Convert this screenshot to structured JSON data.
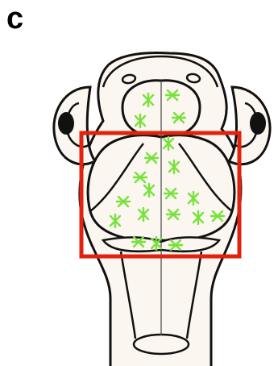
{
  "panel": {
    "label": "c"
  },
  "colors": {
    "outline": "#111111",
    "fill": "#fbf6ef",
    "cells": "#77e23c",
    "box": "#e2220f",
    "eye": "#111111"
  },
  "diagram": {
    "subject": "brain-dorsal-view-diagram",
    "highlight": "red-rectangle-selection",
    "cell_marks": "green-star-shaped-cells"
  }
}
